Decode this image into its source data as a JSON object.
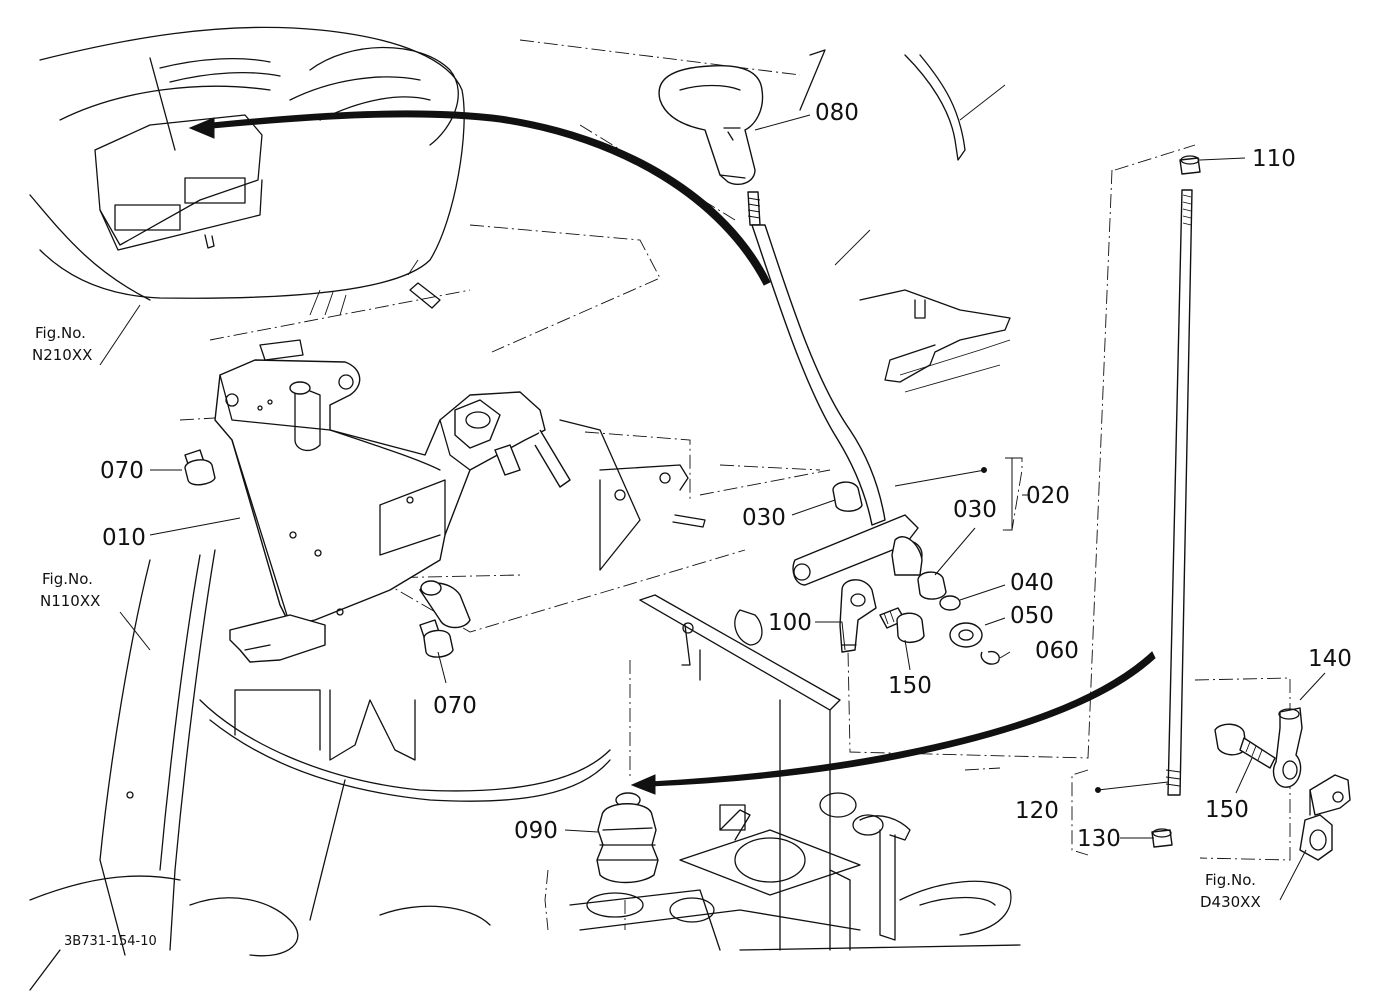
{
  "callouts": {
    "c010": "010",
    "c020": "020",
    "c030a": "030",
    "c030b": "030",
    "c040": "040",
    "c050": "050",
    "c060": "060",
    "c070a": "070",
    "c070b": "070",
    "c080": "080",
    "c090": "090",
    "c100": "100",
    "c110": "110",
    "c120": "120",
    "c130": "130",
    "c140": "140",
    "c150a": "150",
    "c150b": "150"
  },
  "figure_refs": {
    "top_left": {
      "line1": "Fig.No.",
      "line2": "N210XX"
    },
    "mid_left": {
      "line1": "Fig.No.",
      "line2": "N110XX"
    },
    "bottom_right": {
      "line1": "Fig.No.",
      "line2": "D430XX"
    }
  },
  "drawing_code": "3B731-154-10"
}
